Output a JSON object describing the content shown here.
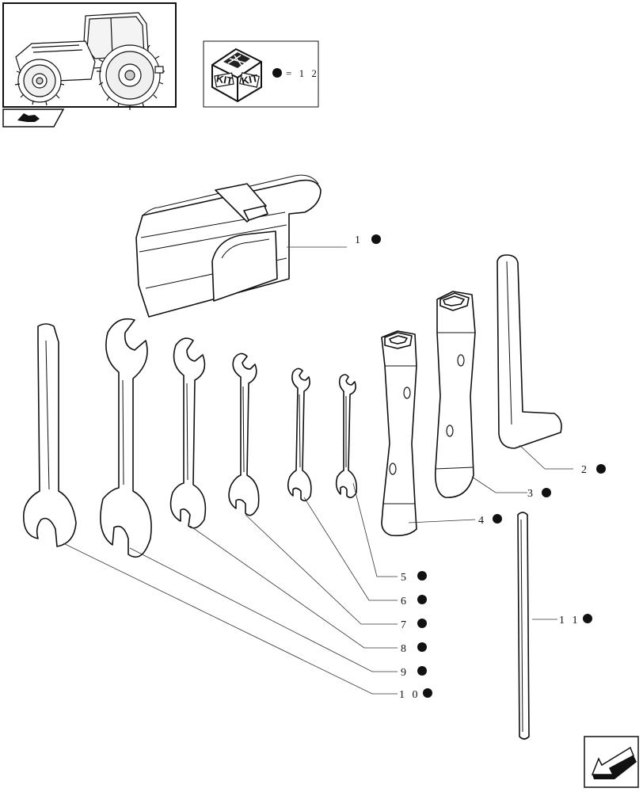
{
  "kit_legend": {
    "kit_word_left": "KIT",
    "kit_word_right": "KIT",
    "label": "= 1 2"
  },
  "callouts": [
    {
      "id": "1",
      "text": "1"
    },
    {
      "id": "2",
      "text": "2"
    },
    {
      "id": "3",
      "text": "3"
    },
    {
      "id": "4",
      "text": "4"
    },
    {
      "id": "5",
      "text": "5"
    },
    {
      "id": "6",
      "text": "6"
    },
    {
      "id": "7",
      "text": "7"
    },
    {
      "id": "8",
      "text": "8"
    },
    {
      "id": "9",
      "text": "9"
    },
    {
      "id": "10",
      "text": "1 0"
    },
    {
      "id": "11",
      "text": "1 1"
    }
  ],
  "icons": {
    "thumbnail": "tractor-icon",
    "section_tab": "section-tab-icon",
    "navigation": "next-page-arrow-icon",
    "marker": "filled-dot-icon"
  }
}
